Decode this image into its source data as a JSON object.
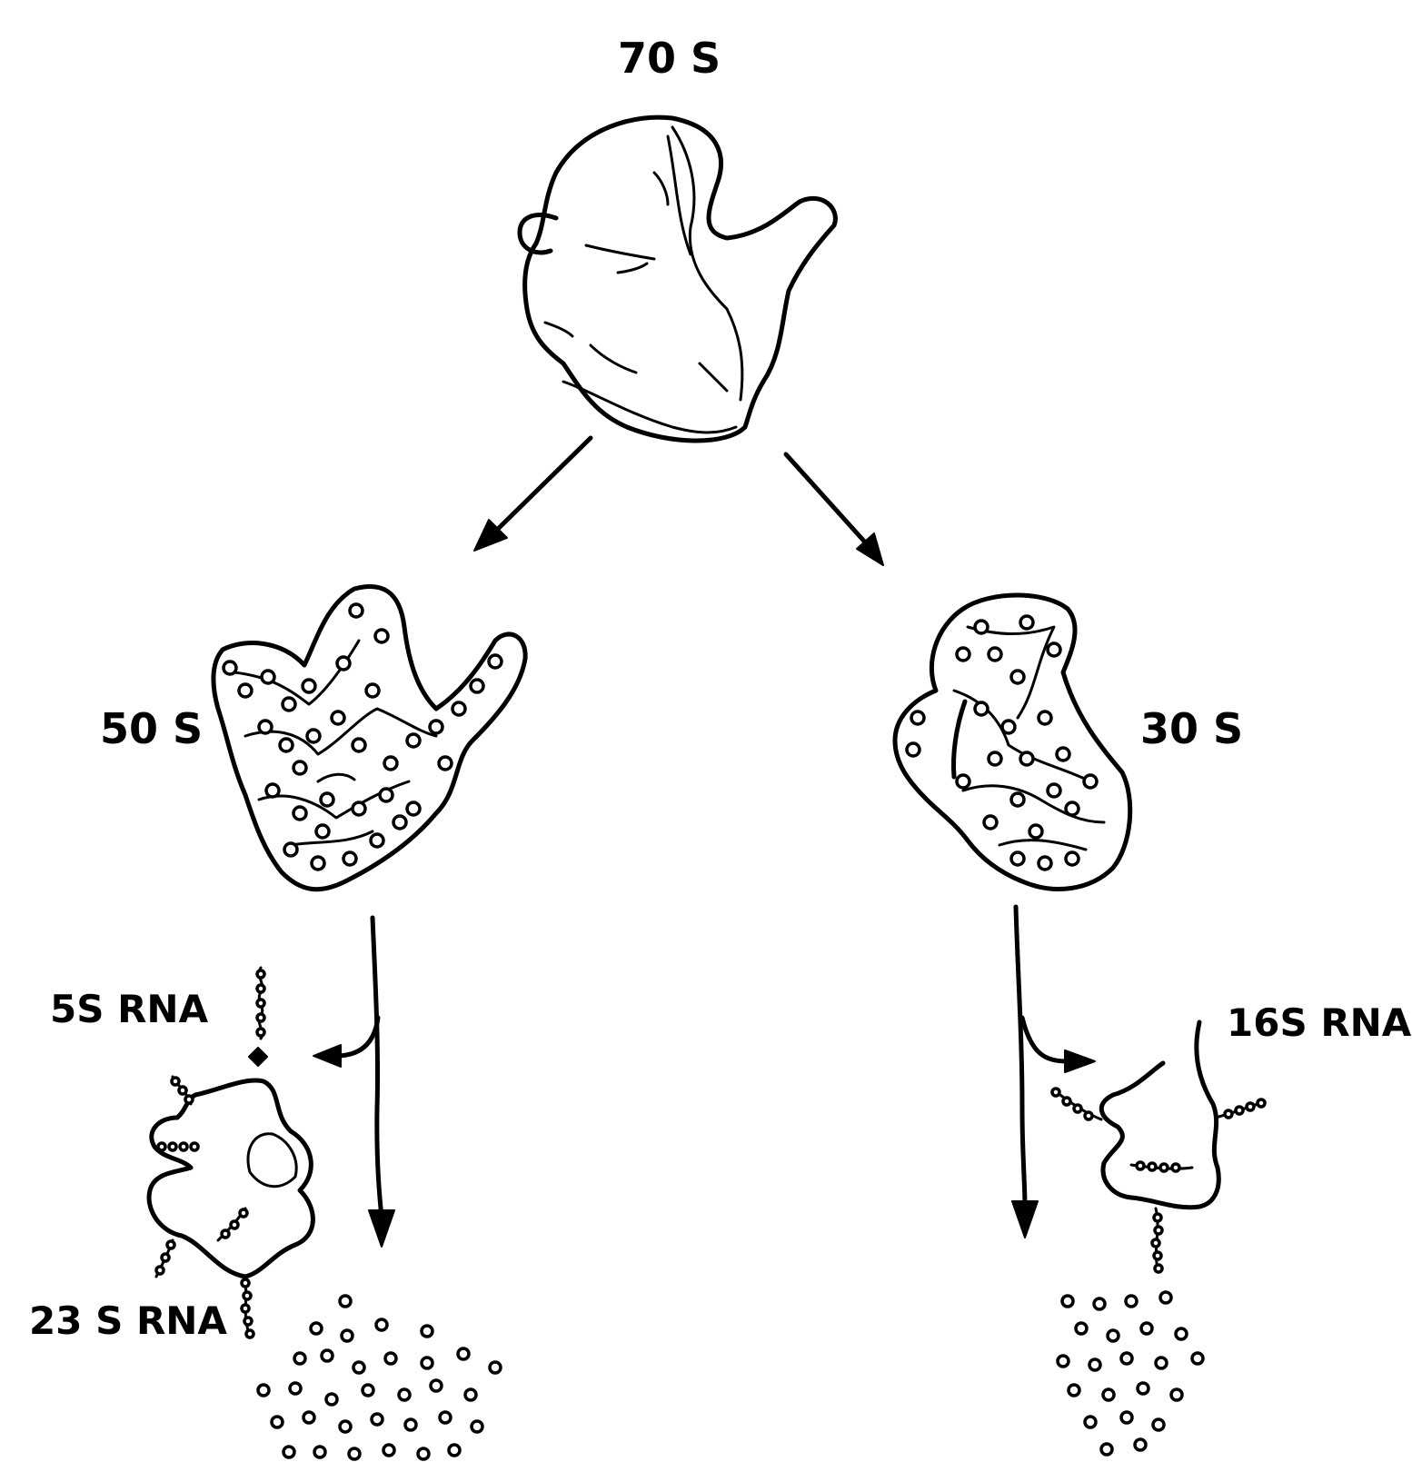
{
  "labels": {
    "ribosome_70s": "70 S",
    "subunit_50s": "50 S",
    "subunit_30s": "30 S",
    "rna_5s": "5S RNA",
    "rna_23s": "23 S RNA",
    "rna_16s": "16S RNA"
  },
  "colors": {
    "ink": "#000000",
    "background": "#ffffff"
  }
}
